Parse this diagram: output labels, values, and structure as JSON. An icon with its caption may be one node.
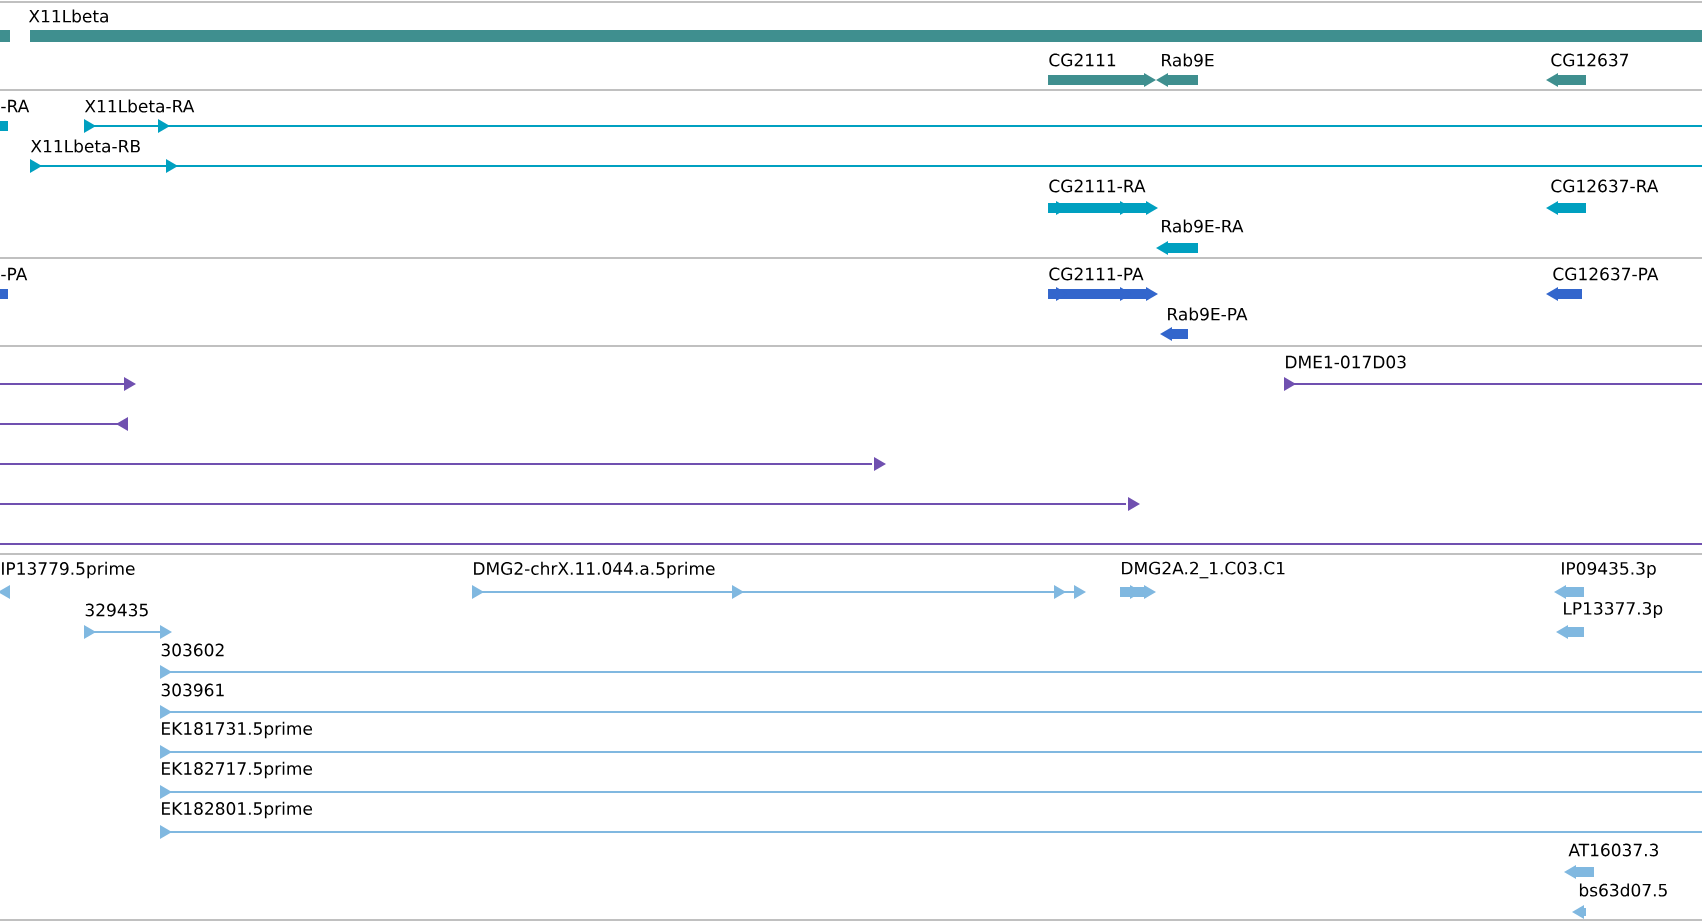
{
  "diagram": {
    "labels": [
      "X11Lbeta",
      "CG2111",
      "Rab9E",
      "CG12637",
      "-RA",
      "X11Lbeta-RA",
      "X11Lbeta-RB",
      "CG2111-RA",
      "CG12637-RA",
      "Rab9E-RA",
      "-PA",
      "CG2111-PA",
      "CG12637-PA",
      "Rab9E-PA",
      "DME1-017D03",
      "IP13779.5prime",
      "DMG2-chrX.11.044.a.5prime",
      "DMG2A.2_1.C03.C1",
      "IP09435.3p",
      "329435",
      "LP13377.3p",
      "303602",
      "303961",
      "EK181731.5prime",
      "EK182717.5prime",
      "EK182801.5prime",
      "AT16037.3",
      "bs63d07.5"
    ]
  }
}
